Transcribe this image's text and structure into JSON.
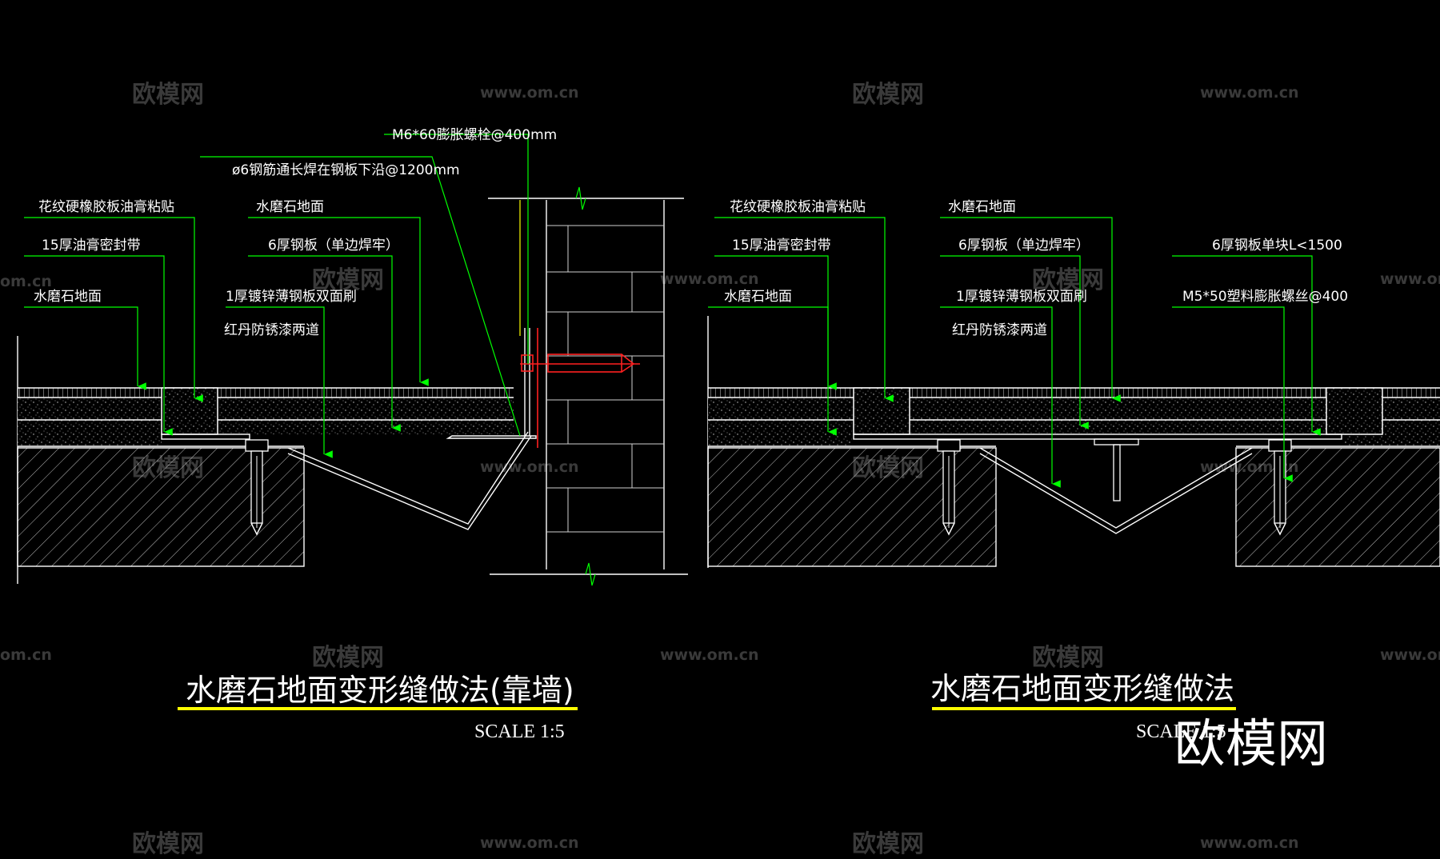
{
  "watermark": {
    "brand": "欧模网",
    "url": "www.om.cn",
    "url_partial": "om.cn",
    "corner_brand": "欧模网"
  },
  "left": {
    "labels": {
      "bolt": "M6*60膨胀螺栓@400mm",
      "rebar": "ø6钢筋通长焊在钢板下沿@1200mm",
      "rubber": "花纹硬橡胶板油膏粘贴",
      "terrazzo_top": "水磨石地面",
      "sealant": "15厚油膏密封带",
      "steel_plate": "6厚钢板（单边焊牢）",
      "terrazzo": "水磨石地面",
      "galv_sheet": "1厚镀锌薄钢板双面刷",
      "paint": "红丹防锈漆两道"
    },
    "title": "水磨石地面变形缝做法(靠墙)",
    "scale": "SCALE 1:5"
  },
  "right": {
    "labels": {
      "rubber": "花纹硬橡胶板油膏粘贴",
      "terrazzo_top": "水磨石地面",
      "sealant": "15厚油膏密封带",
      "steel_plate": "6厚钢板（单边焊牢）",
      "single_plate": "6厚钢板单块L<1500",
      "terrazzo": "水磨石地面",
      "galv_sheet": "1厚镀锌薄钢板双面刷",
      "screw": "M5*50塑料膨胀螺丝@400",
      "paint": "红丹防锈漆两道"
    },
    "title": "水磨石地面变形缝做法",
    "scale": "SCALE 1:5"
  },
  "colors": {
    "background": "#000000",
    "leader": "#00ff00",
    "title_underline": "#ffff00",
    "bolt": "#ff2020",
    "linework": "#ffffff",
    "watermark": "#3a3a3a"
  }
}
